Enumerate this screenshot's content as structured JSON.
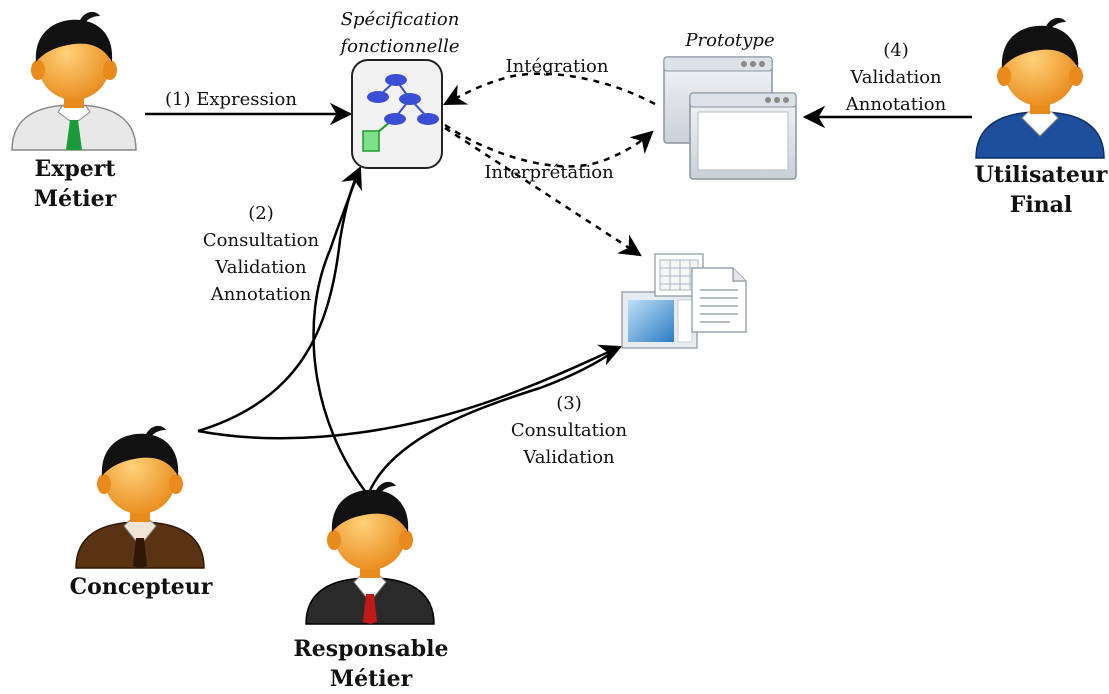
{
  "actors": {
    "expert": {
      "line1": "Expert",
      "line2": "Métier"
    },
    "utilisateur": {
      "line1": "Utilisateur",
      "line2": "Final"
    },
    "concepteur": {
      "line1": "Concepteur"
    },
    "responsable": {
      "line1": "Responsable",
      "line2": "Métier"
    }
  },
  "artifacts": {
    "specification": {
      "line1": "Spécification",
      "line2": "fonctionnelle"
    },
    "prototype": {
      "label": "Prototype"
    }
  },
  "edges": {
    "expression": "(1) Expression",
    "integration": "Intégration",
    "interpretation": "Interprétation",
    "step2": {
      "num": "(2)",
      "l1": "Consultation",
      "l2": "Validation",
      "l3": "Annotation"
    },
    "step3": {
      "num": "(3)",
      "l1": "Consultation",
      "l2": "Validation"
    },
    "step4": {
      "num": "(4)",
      "l1": "Validation",
      "l2": "Annotation"
    }
  },
  "colors": {
    "skin": "#f7a43a",
    "hair": "#111111",
    "expert_shirt": "#e8e8e8",
    "expert_tie": "#1b9a3a",
    "user_shirt": "#1d4f9c",
    "concepteur_suit": "#5a3312",
    "responsable_suit": "#2a2a2a",
    "responsable_tie": "#c21818"
  }
}
